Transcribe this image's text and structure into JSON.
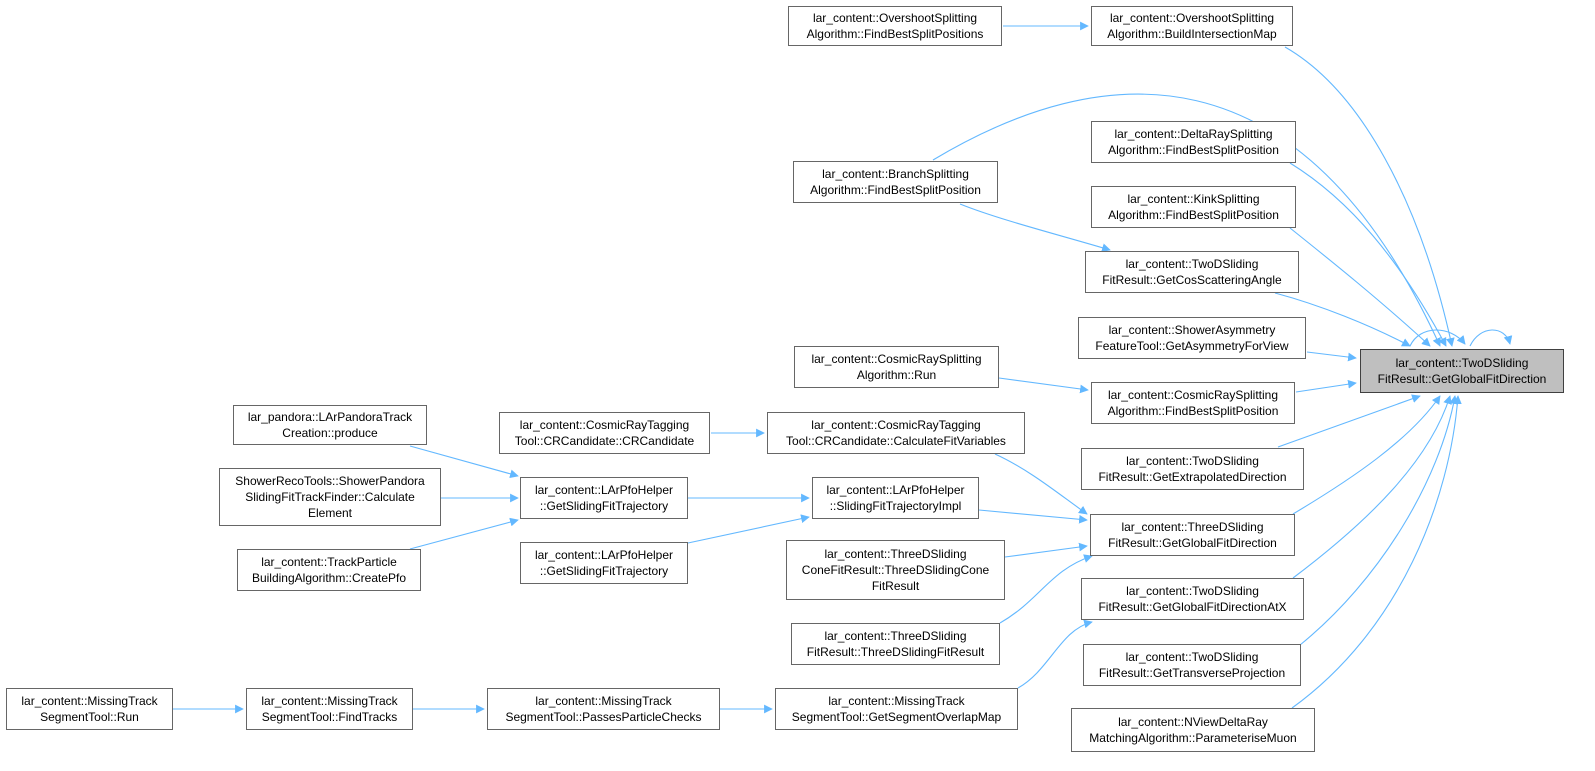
{
  "colors": {
    "edge": "#63b8ff",
    "node_border": "#666666",
    "highlight_fill": "#bfbfbf"
  },
  "nodes": [
    {
      "id": "target",
      "lines": [
        "lar_content::TwoDSliding",
        "FitResult::GetGlobalFitDirection"
      ],
      "highlight": true
    },
    {
      "id": "ov_bim",
      "lines": [
        "lar_content::OvershootSplitting",
        "Algorithm::BuildIntersectionMap"
      ]
    },
    {
      "id": "ov_fbsp",
      "lines": [
        "lar_content::OvershootSplitting",
        "Algorithm::FindBestSplitPositions"
      ]
    },
    {
      "id": "dr_fbsp",
      "lines": [
        "lar_content::DeltaRaySplitting",
        "Algorithm::FindBestSplitPosition"
      ]
    },
    {
      "id": "br_fbsp",
      "lines": [
        "lar_content::BranchSplitting",
        "Algorithm::FindBestSplitPosition"
      ]
    },
    {
      "id": "kk_fbsp",
      "lines": [
        "lar_content::KinkSplitting",
        "Algorithm::FindBestSplitPosition"
      ]
    },
    {
      "id": "td_gcsa",
      "lines": [
        "lar_content::TwoDSliding",
        "FitResult::GetCosScatteringAngle"
      ]
    },
    {
      "id": "sa_gafv",
      "lines": [
        "lar_content::ShowerAsymmetry",
        "FeatureTool::GetAsymmetryForView"
      ]
    },
    {
      "id": "cr_run",
      "lines": [
        "lar_content::CosmicRaySplitting",
        "Algorithm::Run"
      ]
    },
    {
      "id": "cr_fbsp",
      "lines": [
        "lar_content::CosmicRaySplitting",
        "Algorithm::FindBestSplitPosition"
      ]
    },
    {
      "id": "crt_cc",
      "lines": [
        "lar_content::CosmicRayTagging",
        "Tool::CRCandidate::CRCandidate"
      ]
    },
    {
      "id": "crt_cfv",
      "lines": [
        "lar_content::CosmicRayTagging",
        "Tool::CRCandidate::CalculateFitVariables"
      ]
    },
    {
      "id": "td_ged",
      "lines": [
        "lar_content::TwoDSliding",
        "FitResult::GetExtrapolatedDirection"
      ]
    },
    {
      "id": "lp_prod",
      "lines": [
        "lar_pandora::LArPandoraTrack",
        "Creation::produce"
      ]
    },
    {
      "id": "srt_ce",
      "lines": [
        "ShowerRecoTools::ShowerPandora",
        "SlidingFitTrackFinder::Calculate",
        "Element"
      ]
    },
    {
      "id": "lph_gsft1",
      "lines": [
        "lar_content::LArPfoHelper",
        "::GetSlidingFitTrajectory"
      ]
    },
    {
      "id": "lph_sfti",
      "lines": [
        "lar_content::LArPfoHelper",
        "::SlidingFitTrajectoryImpl"
      ]
    },
    {
      "id": "th_ggfd",
      "lines": [
        "lar_content::ThreeDSliding",
        "FitResult::GetGlobalFitDirection"
      ]
    },
    {
      "id": "tp_cp",
      "lines": [
        "lar_content::TrackParticle",
        "BuildingAlgorithm::CreatePfo"
      ]
    },
    {
      "id": "lph_gsft2",
      "lines": [
        "lar_content::LArPfoHelper",
        "::GetSlidingFitTrajectory"
      ]
    },
    {
      "id": "th_cone",
      "lines": [
        "lar_content::ThreeDSliding",
        "ConeFitResult::ThreeDSlidingCone",
        "FitResult"
      ]
    },
    {
      "id": "td_ggfdx",
      "lines": [
        "lar_content::TwoDSliding",
        "FitResult::GetGlobalFitDirectionAtX"
      ]
    },
    {
      "id": "th_ctor",
      "lines": [
        "lar_content::ThreeDSliding",
        "FitResult::ThreeDSlidingFitResult"
      ]
    },
    {
      "id": "td_gtp",
      "lines": [
        "lar_content::TwoDSliding",
        "FitResult::GetTransverseProjection"
      ]
    },
    {
      "id": "mt_run",
      "lines": [
        "lar_content::MissingTrack",
        "SegmentTool::Run"
      ]
    },
    {
      "id": "mt_ft",
      "lines": [
        "lar_content::MissingTrack",
        "SegmentTool::FindTracks"
      ]
    },
    {
      "id": "mt_ppc",
      "lines": [
        "lar_content::MissingTrack",
        "SegmentTool::PassesParticleChecks"
      ]
    },
    {
      "id": "mt_gsom",
      "lines": [
        "lar_content::MissingTrack",
        "SegmentTool::GetSegmentOverlapMap"
      ]
    },
    {
      "id": "nv_pm",
      "lines": [
        "lar_content::NViewDeltaRay",
        "MatchingAlgorithm::ParameteriseMuon"
      ]
    }
  ]
}
